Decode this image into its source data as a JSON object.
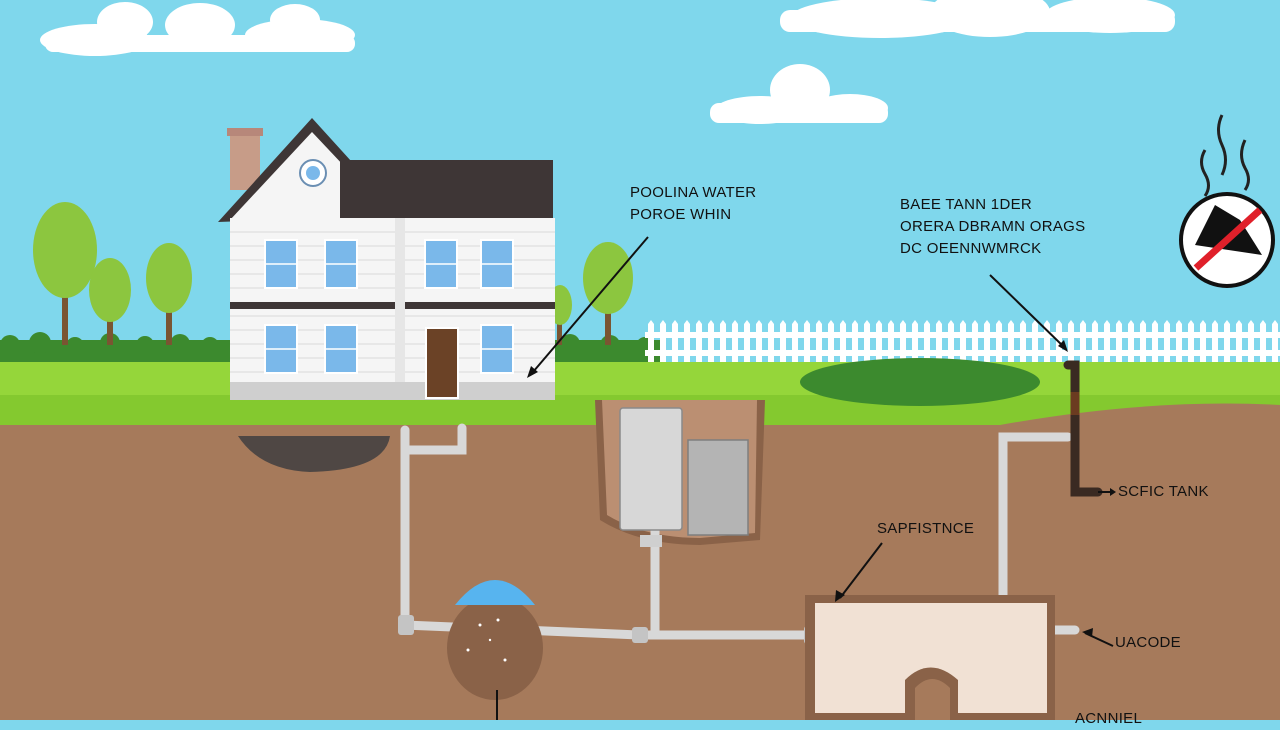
{
  "labels": {
    "water_label": [
      "POOLINA WATER",
      "POROE WHIN"
    ],
    "tank_label": [
      "BAEE TANN 1DER",
      "ORERA DBRAMN ORAGS",
      "DC OEENNWMRCK"
    ],
    "septic_tank_label": "SCFIC TANK",
    "septic_label_2": "SAPFISTNCE",
    "outlet_label": "UACODE",
    "bottom_label": "ACNNIEL"
  },
  "icons": [
    "cloud-icon",
    "house-icon",
    "tree-icon",
    "fence-icon",
    "no-smell-icon",
    "water-well-icon",
    "septic-tank-icon",
    "pipe-icon"
  ],
  "colors": {
    "sky": "#7fd7ec",
    "grass": "#95d63a",
    "soil": "#a67a5b",
    "house": "#f5f5f5",
    "roof": "#3e3636",
    "window": "#7ab8ea",
    "door": "#6b4226",
    "pipe": "#d8d8d8",
    "tank": "#f1e1d4",
    "water": "#57b4ef",
    "alert_red": "#e0202a"
  }
}
